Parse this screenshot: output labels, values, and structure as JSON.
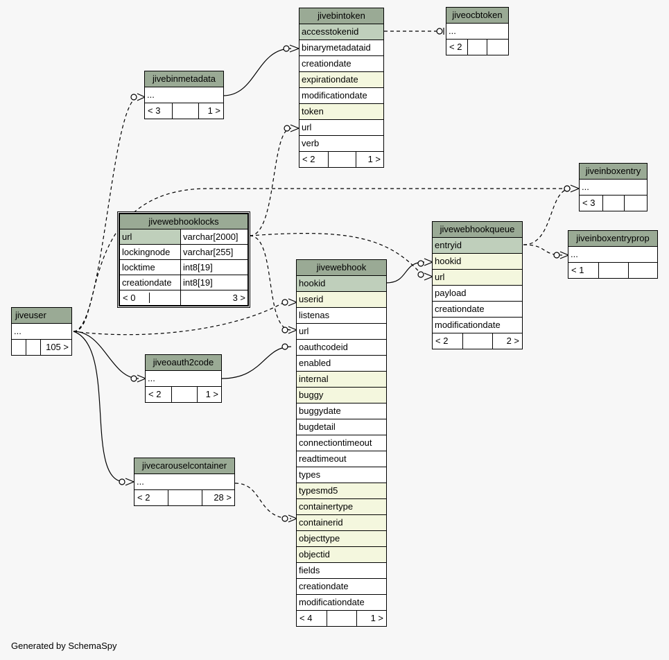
{
  "footer": "Generated by SchemaSpy",
  "tables": {
    "jivebintoken": {
      "name": "jivebintoken",
      "rows": [
        "accesstokenid",
        "binarymetadataid",
        "creationdate",
        "expirationdate",
        "modificationdate",
        "token",
        "url",
        "verb"
      ],
      "counts": [
        "< 2",
        "",
        "1 >"
      ]
    },
    "jiveocbtoken": {
      "name": "jiveocbtoken",
      "rows": [
        "..."
      ],
      "counts": [
        "< 2",
        "",
        ""
      ]
    },
    "jivebinmetadata": {
      "name": "jivebinmetadata",
      "rows": [
        "..."
      ],
      "counts": [
        "< 3",
        "",
        "1 >"
      ]
    },
    "jiveinboxentry": {
      "name": "jiveinboxentry",
      "rows": [
        "..."
      ],
      "counts": [
        "< 3",
        "",
        ""
      ]
    },
    "jiveinboxentryprop": {
      "name": "jiveinboxentryprop",
      "rows": [
        "..."
      ],
      "counts": [
        "< 1",
        "",
        ""
      ]
    },
    "jivewebhooklocks": {
      "name": "jivewebhooklocks",
      "rows": [
        [
          "url",
          "varchar[2000]"
        ],
        [
          "lockingnode",
          "varchar[255]"
        ],
        [
          "locktime",
          "int8[19]"
        ],
        [
          "creationdate",
          "int8[19]"
        ]
      ],
      "counts": [
        "< 0",
        "",
        "3 >"
      ]
    },
    "jivewebhookqueue": {
      "name": "jivewebhookqueue",
      "rows": [
        "entryid",
        "hookid",
        "url",
        "payload",
        "creationdate",
        "modificationdate"
      ],
      "counts": [
        "< 2",
        "",
        "2 >"
      ]
    },
    "jivewebhook": {
      "name": "jivewebhook",
      "rows": [
        "hookid",
        "userid",
        "listenas",
        "url",
        "oauthcodeid",
        "enabled",
        "internal",
        "buggy",
        "buggydate",
        "bugdetail",
        "connectiontimeout",
        "readtimeout",
        "types",
        "typesmd5",
        "containertype",
        "containerid",
        "objecttype",
        "objectid",
        "fields",
        "creationdate",
        "modificationdate"
      ],
      "counts": [
        "< 4",
        "",
        "1 >"
      ]
    },
    "jiveuser": {
      "name": "jiveuser",
      "rows": [
        "..."
      ],
      "counts": [
        "",
        "",
        "105 >"
      ]
    },
    "jiveoauth2code": {
      "name": "jiveoauth2code",
      "rows": [
        "..."
      ],
      "counts": [
        "< 2",
        "",
        "1 >"
      ]
    },
    "jivecarouselcontainer": {
      "name": "jivecarouselcontainer",
      "rows": [
        "..."
      ],
      "counts": [
        "< 2",
        "",
        "28 >"
      ]
    }
  }
}
